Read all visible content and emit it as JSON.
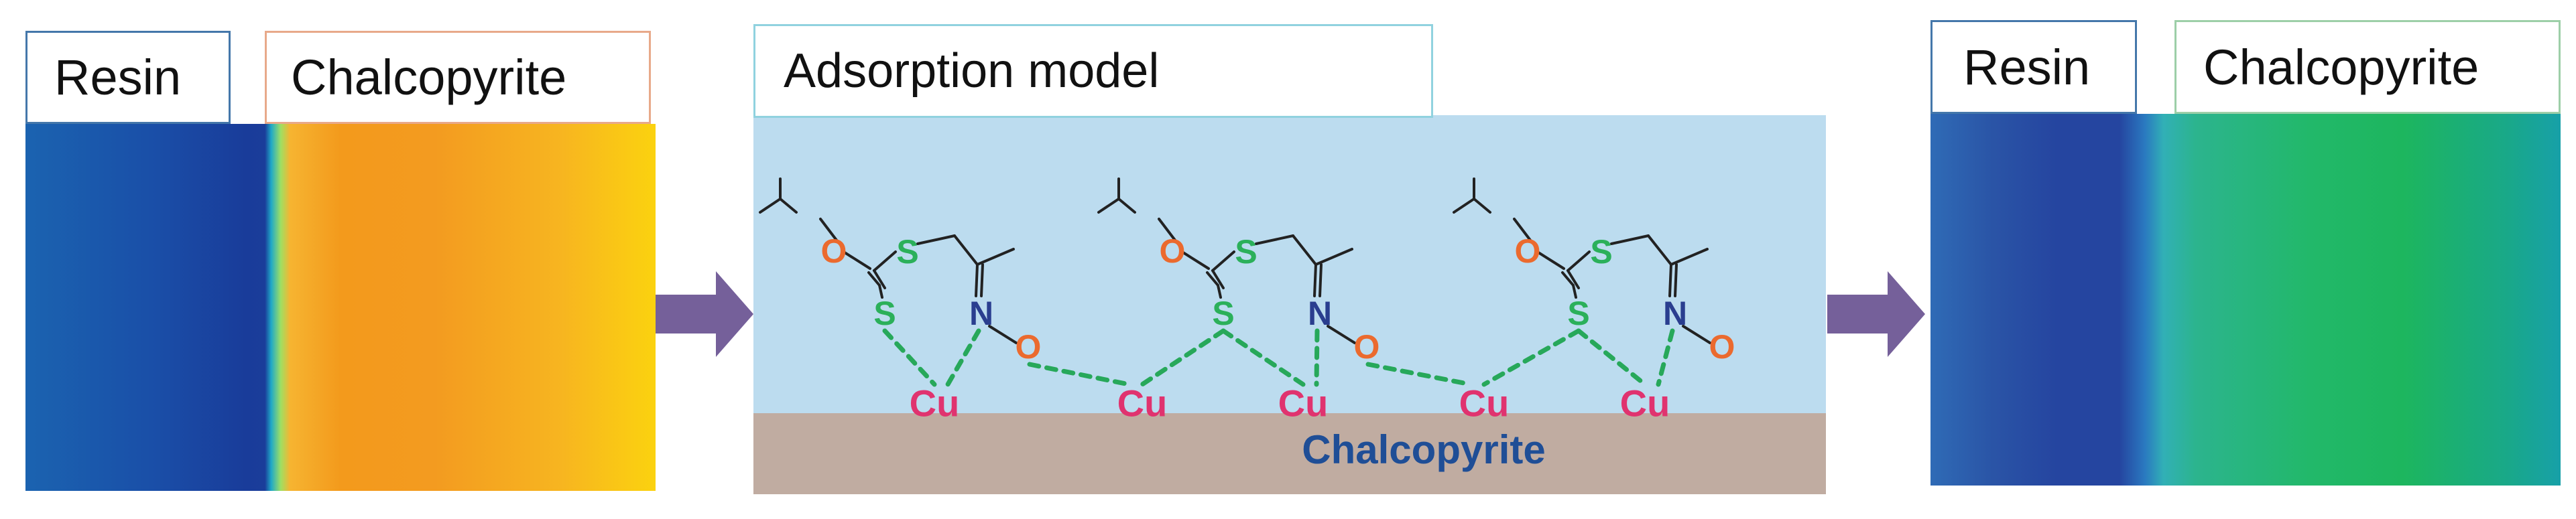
{
  "left_panel": {
    "resin_label": "Resin",
    "mineral_label": "Chalcopyrite"
  },
  "model_panel": {
    "title": "Adsorption model",
    "surface_label": "Chalcopyrite",
    "atoms": {
      "copper": "Cu",
      "sulfur": "S",
      "oxygen": "O",
      "nitrogen": "N"
    }
  },
  "right_panel": {
    "resin_label": "Resin",
    "mineral_label": "Chalcopyrite"
  },
  "colors": {
    "arrow": "#75609a",
    "solution": "#bcdcef",
    "surface": "#c0aca1",
    "surface_text": "#1f4e96",
    "copper": "#e0336f",
    "sulfur": "#2bb05a",
    "oxygen": "#eb6a2e",
    "nitrogen": "#2a3e8f",
    "bond_dashed": "#27a85a"
  }
}
